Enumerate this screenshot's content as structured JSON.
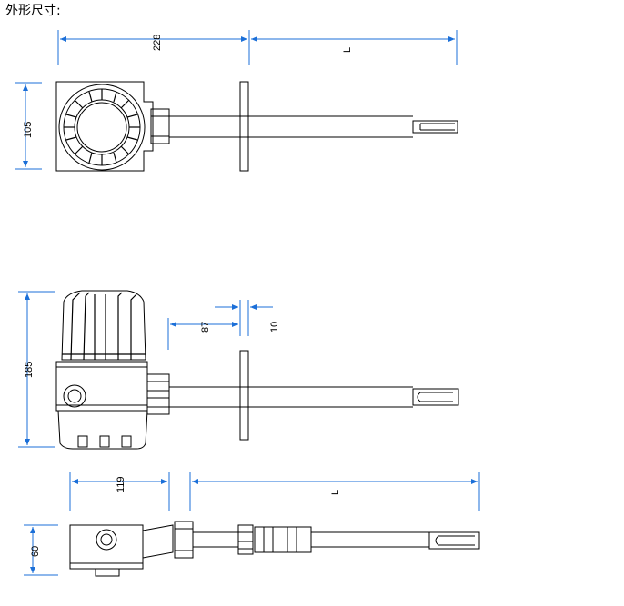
{
  "title": "外形尺寸:",
  "dimensions": {
    "top_width": "228",
    "top_length": "L",
    "top_height": "105",
    "mid_height": "185",
    "mid_offset": "87",
    "mid_flange": "10",
    "bottom_width": "119",
    "bottom_length": "L",
    "bottom_height": "60"
  },
  "colors": {
    "dimension_line": "#1b6fd8",
    "outline": "#000000",
    "background": "#ffffff"
  }
}
